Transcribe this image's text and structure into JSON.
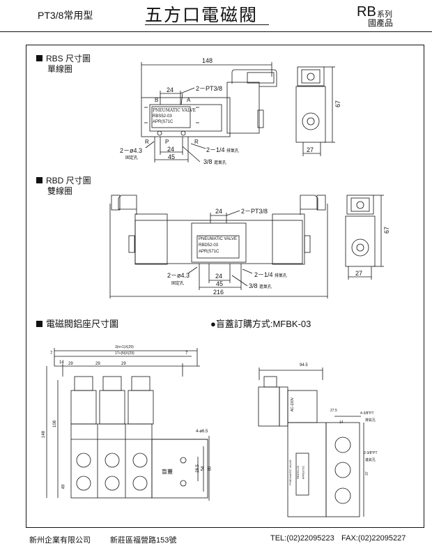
{
  "header": {
    "model": "PT3/8常用型",
    "title": "五方口電磁閥",
    "series_prefix": "RB",
    "series_suffix": "系列",
    "product_origin": "國產品"
  },
  "sections": {
    "rbs": {
      "title": "RBS  尺寸圖",
      "subtitle": "單線圈"
    },
    "rbd": {
      "title": "RBD  尺寸圖",
      "subtitle": "雙線圈"
    },
    "base": {
      "title": "電磁閥鋁座尺寸圖"
    },
    "cover": {
      "title": "●盲蓋訂購方式:MFBK-03"
    }
  },
  "rbs_drawing": {
    "dim_148": "148",
    "dim_24_top": "24",
    "port_pt": "2－PT3/8",
    "port_b": "B",
    "port_a": "A",
    "port_r1": "R",
    "port_p": "P",
    "port_r2": "R",
    "label_line1": "PNEUMATIC VALVE",
    "label_line2": "RBS52-03",
    "label_line3": "APR(S71C",
    "hole_dia": "2－ø4.3",
    "hole_label": "固定孔",
    "dim_24_bot": "24",
    "dim_45": "45",
    "exhaust": "2－1/4",
    "exhaust_label": "排氣孔",
    "intake": "3/8",
    "intake_label": "進氣孔",
    "side_67": "67",
    "side_27": "27"
  },
  "rbd_drawing": {
    "dim_24_top": "24",
    "port_pt": "2－PT3/8",
    "label_line1": "PNEUMATIC VALVE",
    "label_line2": "RBD52-03",
    "label_line3": "APR(S71C",
    "hole_dia": "2－ø4.3",
    "hole_label": "固定孔",
    "dim_24_bot": "24",
    "dim_45": "45",
    "exhaust": "2－1/4",
    "exhaust_label": "排氣孔",
    "intake": "3/8",
    "intake_label": "進氣孔",
    "dim_216": "216",
    "side_67": "67",
    "side_27": "27"
  },
  "base_drawing": {
    "dim_top1": "3(n+1)X(29)",
    "dim_top2": "17+(N)X(29)",
    "dim_29a": "29",
    "dim_29b": "29",
    "dim_29c": "29",
    "dim_7a": "7",
    "dim_7b": "7",
    "dim_14": "14",
    "dim_108": "108",
    "dim_148": "148",
    "dim_49": "49",
    "hole": "4-ø6.5",
    "cover_text": "盲蓋",
    "dim_285": "28.5",
    "dim_54": "54",
    "dim_80": "80"
  },
  "cover_drawing": {
    "dim_945": "94.5",
    "coil_text": "AC-220V",
    "dim_275": "27.5",
    "dim_14": "14",
    "port_top": "4-3/8\"PT",
    "port_top_label": "排氣孔",
    "port_side": "2-3/8\"PT",
    "port_side_label": "進氣孔",
    "dim_37": "37",
    "label_line1": "PNEUMATIC VALVE",
    "label_line2": "RBD52-03",
    "label_line3": "APR(S71C"
  },
  "footer": {
    "company": "新州企業有限公司",
    "address": "新莊區福營路153號",
    "tel": "TEL:(02)22095223",
    "fax": "FAX:(02)22095227"
  }
}
